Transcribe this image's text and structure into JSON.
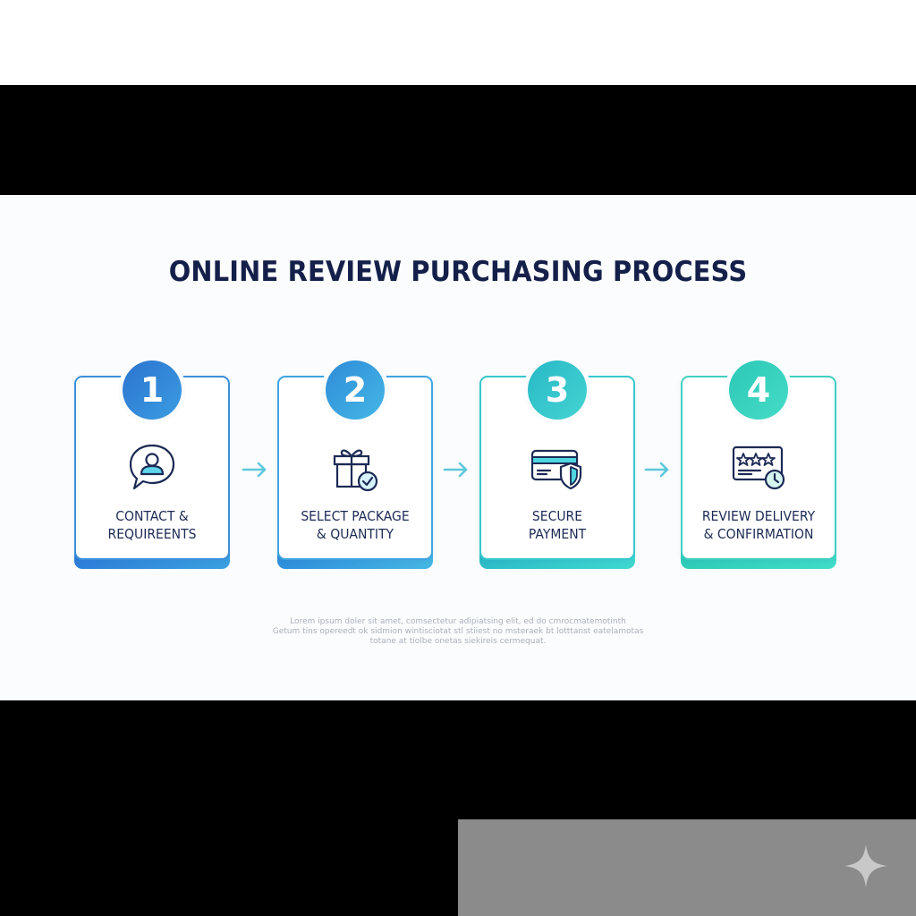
{
  "title": "ONLINE REVIEW PURCHASING PROCESS",
  "colors": {
    "title": "#14204a",
    "step1": "#2e87d6",
    "step2": "#33a3dc",
    "step3": "#2fc4c4",
    "step4": "#2fd0b8",
    "arrow": "#5cc8dc",
    "icon_stroke": "#1c2a55",
    "icon_fill": "#5fd4ea"
  },
  "steps": [
    {
      "number": "1",
      "line1": "CONTACT &",
      "line2": "REQUIREENTS",
      "icon": "chat-user-icon"
    },
    {
      "number": "2",
      "line1": "SELECT PACKAGE",
      "line2": "& QUANTITY",
      "icon": "gift-check-icon"
    },
    {
      "number": "3",
      "line1": "SECURE",
      "line2": "PAYMENT",
      "icon": "card-shield-icon"
    },
    {
      "number": "4",
      "line1": "REVIEW DELIVERY",
      "line2": "& CONFIRMATION",
      "icon": "review-stars-clock-icon"
    }
  ],
  "description": {
    "line1": "Lorem ipsum doler sit amet, comsectetur adipiatsing elit, ed do cmrocmatemotinth",
    "line2": "Getum tins opereedt ok sidmion wintisciotat stl stiiest no msteraek bt lotttanst eatelamotas",
    "line3": "totane at tiolbe onetas siekireis cermequat."
  },
  "watermark": {
    "icon": "sparkle-icon"
  }
}
